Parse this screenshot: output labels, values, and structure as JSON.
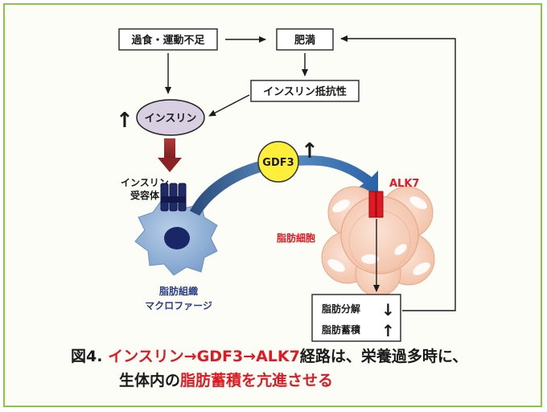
{
  "labels": {
    "overeating": "過食・運動不足",
    "obesity": "肥満",
    "insulin_resistance": "インスリン抵抗性",
    "insulin": "インスリン",
    "receptor_line1": "インスリン",
    "receptor_line2": "受容体",
    "gdf3": "GDF3",
    "alk7": "ALK7",
    "adipocyte": "脂肪細胞",
    "macrophage_line1": "脂肪組織",
    "macrophage_line2": "マクロファージ",
    "lipolysis": "脂肪分解",
    "fat_accumulation": "脂肪蓄積",
    "up_arrow": "↑",
    "down_arrow": "↓"
  },
  "caption": {
    "line1_prefix": "図4. ",
    "line1_red": "インスリン→GDF3→ALK7",
    "line1_suffix": "経路は、栄養過多時に、",
    "line2_prefix": "生体内の",
    "line2_red": "脂肪蓄積を亢進させる"
  },
  "colors": {
    "border": "#8cc44a",
    "insulin_fill": "#d9cfe3",
    "gdf3_fill": "#ffef3a",
    "red_text": "#e01a22",
    "macrophage": "#8fb0d6",
    "receptor": "#1f2a66",
    "navy_text": "#2c3e87",
    "adipocyte": "#f5cdb8"
  }
}
